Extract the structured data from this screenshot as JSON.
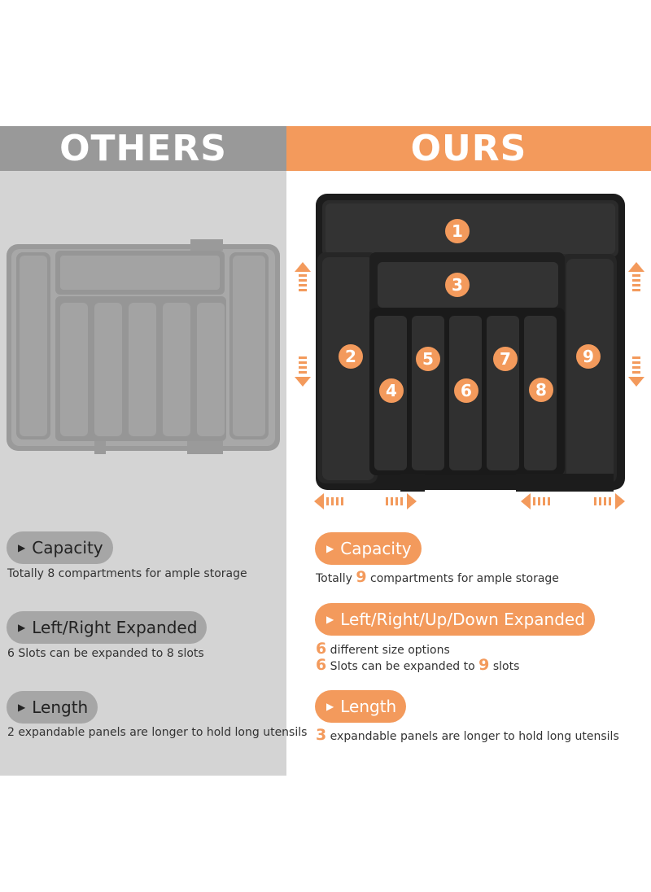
{
  "headers": {
    "others": "OTHERS",
    "ours": "OURS"
  },
  "colors": {
    "accent": "#f39a5c",
    "grey_header": "#999999",
    "grey_panel": "#d4d4d4",
    "tray_black": "#2a2a2a"
  },
  "compartments": [
    "1",
    "2",
    "3",
    "4",
    "5",
    "6",
    "7",
    "8",
    "9"
  ],
  "others": {
    "features": [
      {
        "title": "Capacity",
        "desc": "Totally 8 compartments for ample storage"
      },
      {
        "title": "Left/Right Expanded",
        "desc": "6 Slots can be expanded to 8 slots"
      },
      {
        "title": "Length",
        "desc": "2 expandable panels are longer to hold long utensils"
      }
    ]
  },
  "ours": {
    "capacity": {
      "title": "Capacity",
      "pre": "Totally ",
      "num": "9",
      "post": " compartments for ample storage"
    },
    "expanded": {
      "title": "Left/Right/Up/Down Expanded",
      "line1_num": "6",
      "line1_text": " different size options",
      "line2_num1": "6",
      "line2_text1": " Slots can be expanded to ",
      "line2_num2": "9",
      "line2_text2": " slots"
    },
    "length": {
      "title": "Length",
      "num": "3",
      "text": " expandable panels are longer to hold long utensils"
    }
  },
  "icons": [
    "play-triangle-icon",
    "arrow-up-icon",
    "arrow-down-icon",
    "arrow-left-icon",
    "arrow-right-icon"
  ]
}
